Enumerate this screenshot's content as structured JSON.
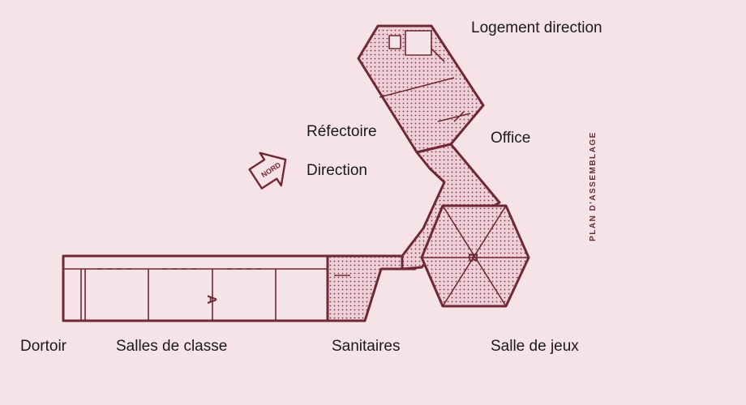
{
  "labels": {
    "logement_direction": "Logement direction",
    "refectoire": "Réfectoire",
    "direction": "Direction",
    "office": "Office",
    "dortoir": "Dortoir",
    "salles_de_classe": "Salles de classe",
    "sanitaires": "Sanitaires",
    "salle_de_jeux": "Salle de jeux"
  },
  "plan": {
    "north_arrow_text": "NORD",
    "side_title": "PLAN D'ASSEMBLAGE",
    "classroom_marker": "A",
    "hall_marker": "B"
  },
  "colors": {
    "paper": "#f6e3e8",
    "ink": "#6e2838",
    "text": "#1a1a1a"
  }
}
